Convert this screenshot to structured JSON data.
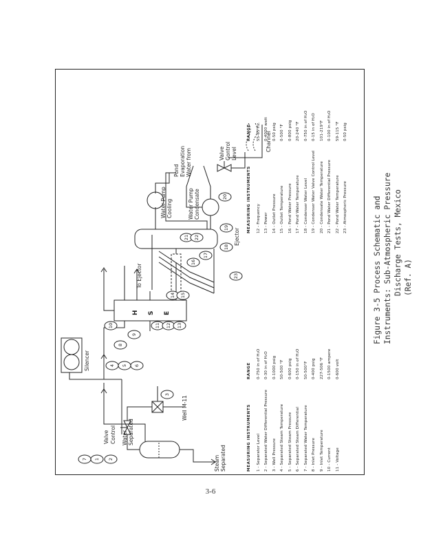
{
  "figure": {
    "caption_line1": "Figure 3-5  Process Schematic and Instruments:  Sub-Atmospheric Pressure",
    "caption_line2": "Discharge Tests, Mexico (Ref. A)",
    "page_number": "3-6"
  },
  "schematic": {
    "well_label": "Well  M-11",
    "control_valve_label": [
      "Control",
      "Valve"
    ],
    "separated_water_label": [
      "Separated",
      "Water"
    ],
    "separated_steam_label": [
      "Separated",
      "Steam"
    ],
    "silencer_label": "Silencer",
    "hse_labels": [
      "H",
      "S",
      "E"
    ],
    "to_ejector_label": "To Ejector",
    "ejector_label": "Ejector",
    "cooling_pump_label": [
      "Cooling",
      "Water Pump"
    ],
    "water_from_pond_label": [
      "Water from",
      "Evaporation",
      "Pond"
    ],
    "level_valve_label": [
      "Level",
      "Control",
      "Valve"
    ],
    "condensate_pump_label": [
      "Condensate",
      "Water Pump"
    ],
    "channel_label": "Channel",
    "instrument_tags": [
      "1",
      "2",
      "3",
      "4",
      "5",
      "6",
      "7",
      "8",
      "9",
      "10",
      "11",
      "12",
      "13",
      "14",
      "15",
      "16",
      "17",
      "18",
      "19",
      "20",
      "21",
      "22",
      "23"
    ]
  },
  "instruments_left": {
    "heading_name": "MEASURING  INSTRUMENTS",
    "heading_range": "RANGE",
    "items": [
      {
        "name": "1 - Separator Level",
        "range": "0-750 in of H₂O"
      },
      {
        "name": "2 - Separated Water Differential Pressure",
        "range": "0-30 in of H₂O"
      },
      {
        "name": "3 - Well Pressure",
        "range": "0-1000 psig"
      },
      {
        "name": "4 - Separated Steam Temperature",
        "range": "50-500 °F"
      },
      {
        "name": "5 - Separated Steam Pressure",
        "range": "0-600 psig"
      },
      {
        "name": "6 - Separated Steam Differential",
        "range": "0-150 in of H₂O"
      },
      {
        "name": "7 - Separated Water Temperature",
        "range": "50-500°F"
      },
      {
        "name": "8 - Inlet Pressure",
        "range": "0-400 psig"
      },
      {
        "name": "9 - Inlet Temperature",
        "range": "227-506 °F"
      },
      {
        "name": "10 - Current",
        "range": "0-1500 ampere"
      },
      {
        "name": "11 - Voltage",
        "range": "0-600 volt"
      }
    ]
  },
  "instruments_right": {
    "heading_name": "MEASURING  INSTRUMENTS",
    "heading_range": "RANGE",
    "items": [
      {
        "name": "12 - Frequency",
        "range": "55-65 Hz."
      },
      {
        "name": "13 - Power",
        "range": "0-4000 watt"
      },
      {
        "name": "14 - Outlet Pressure",
        "range": "0-50 psig"
      },
      {
        "name": "15 - Outlet Temperature",
        "range": "0-500 °F"
      },
      {
        "name": "16 - Pond Water Pressure",
        "range": "0-800 psig"
      },
      {
        "name": "17 - Pond Water Temperature",
        "range": "20-240 °F"
      },
      {
        "name": "18 - Condenser Water Level",
        "range": "0-750 in of H₂O"
      },
      {
        "name": "19 - Condenser Water Valve Control Level",
        "range": "0-15 in of H₂O"
      },
      {
        "name": "20 - Condensate Water Temperature",
        "range": "101-219°F"
      },
      {
        "name": "21 - Pond Water Differential Pressure",
        "range": "0-100 in of H₂O"
      },
      {
        "name": "22 - Pond Water Temperature",
        "range": "59-115 °F"
      },
      {
        "name": "23 - Atmospheric Pressure",
        "range": "0-50 psig"
      }
    ]
  }
}
